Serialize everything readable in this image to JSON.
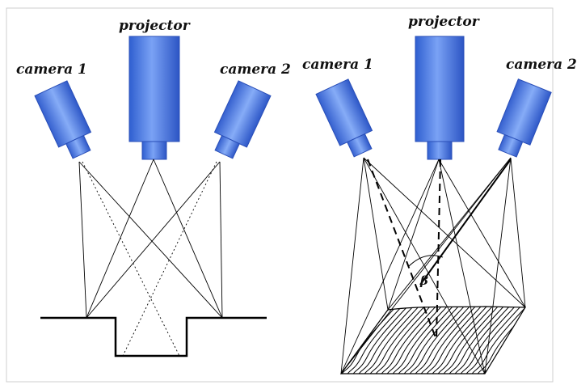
{
  "left_panel": {
    "projector_label": "projector",
    "camera1_label": "camera 1",
    "camera2_label": "camera 2"
  },
  "right_panel": {
    "projector_label": "projector",
    "camera1_label": "camera 1",
    "camera2_label": "camera 2",
    "angle_label": "β"
  },
  "colors": {
    "device_blue": "#4a78e0",
    "device_dark": "#2a4fb8",
    "line": "#000000"
  }
}
